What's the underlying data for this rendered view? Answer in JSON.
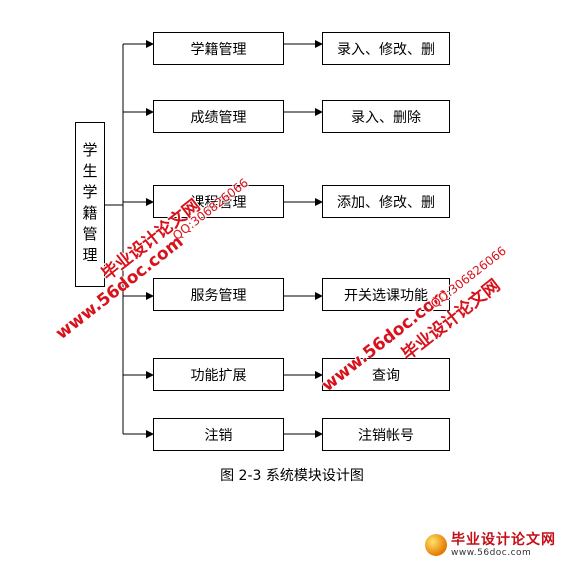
{
  "root": {
    "label": "学生学籍管理"
  },
  "modules": [
    {
      "label": "学籍管理",
      "function": "录入、修改、删"
    },
    {
      "label": "成绩管理",
      "function": "录入、删除"
    },
    {
      "label": "课程管理",
      "function": "添加、修改、删"
    },
    {
      "label": "服务管理",
      "function": "开关选课功能"
    },
    {
      "label": "功能扩展",
      "function": "查询"
    },
    {
      "label": "注销",
      "function": "注销帐号"
    }
  ],
  "caption": "图 2-3 系统模块设计图",
  "watermarks": {
    "site_name": "毕业设计论文网",
    "url": "www.56doc.com",
    "qq": "QQ:306826066"
  },
  "logo": {
    "title": "毕业设计论文网",
    "url": "www.56doc.com"
  },
  "colors": {
    "line": "#000000",
    "watermark": "#d8121b"
  }
}
